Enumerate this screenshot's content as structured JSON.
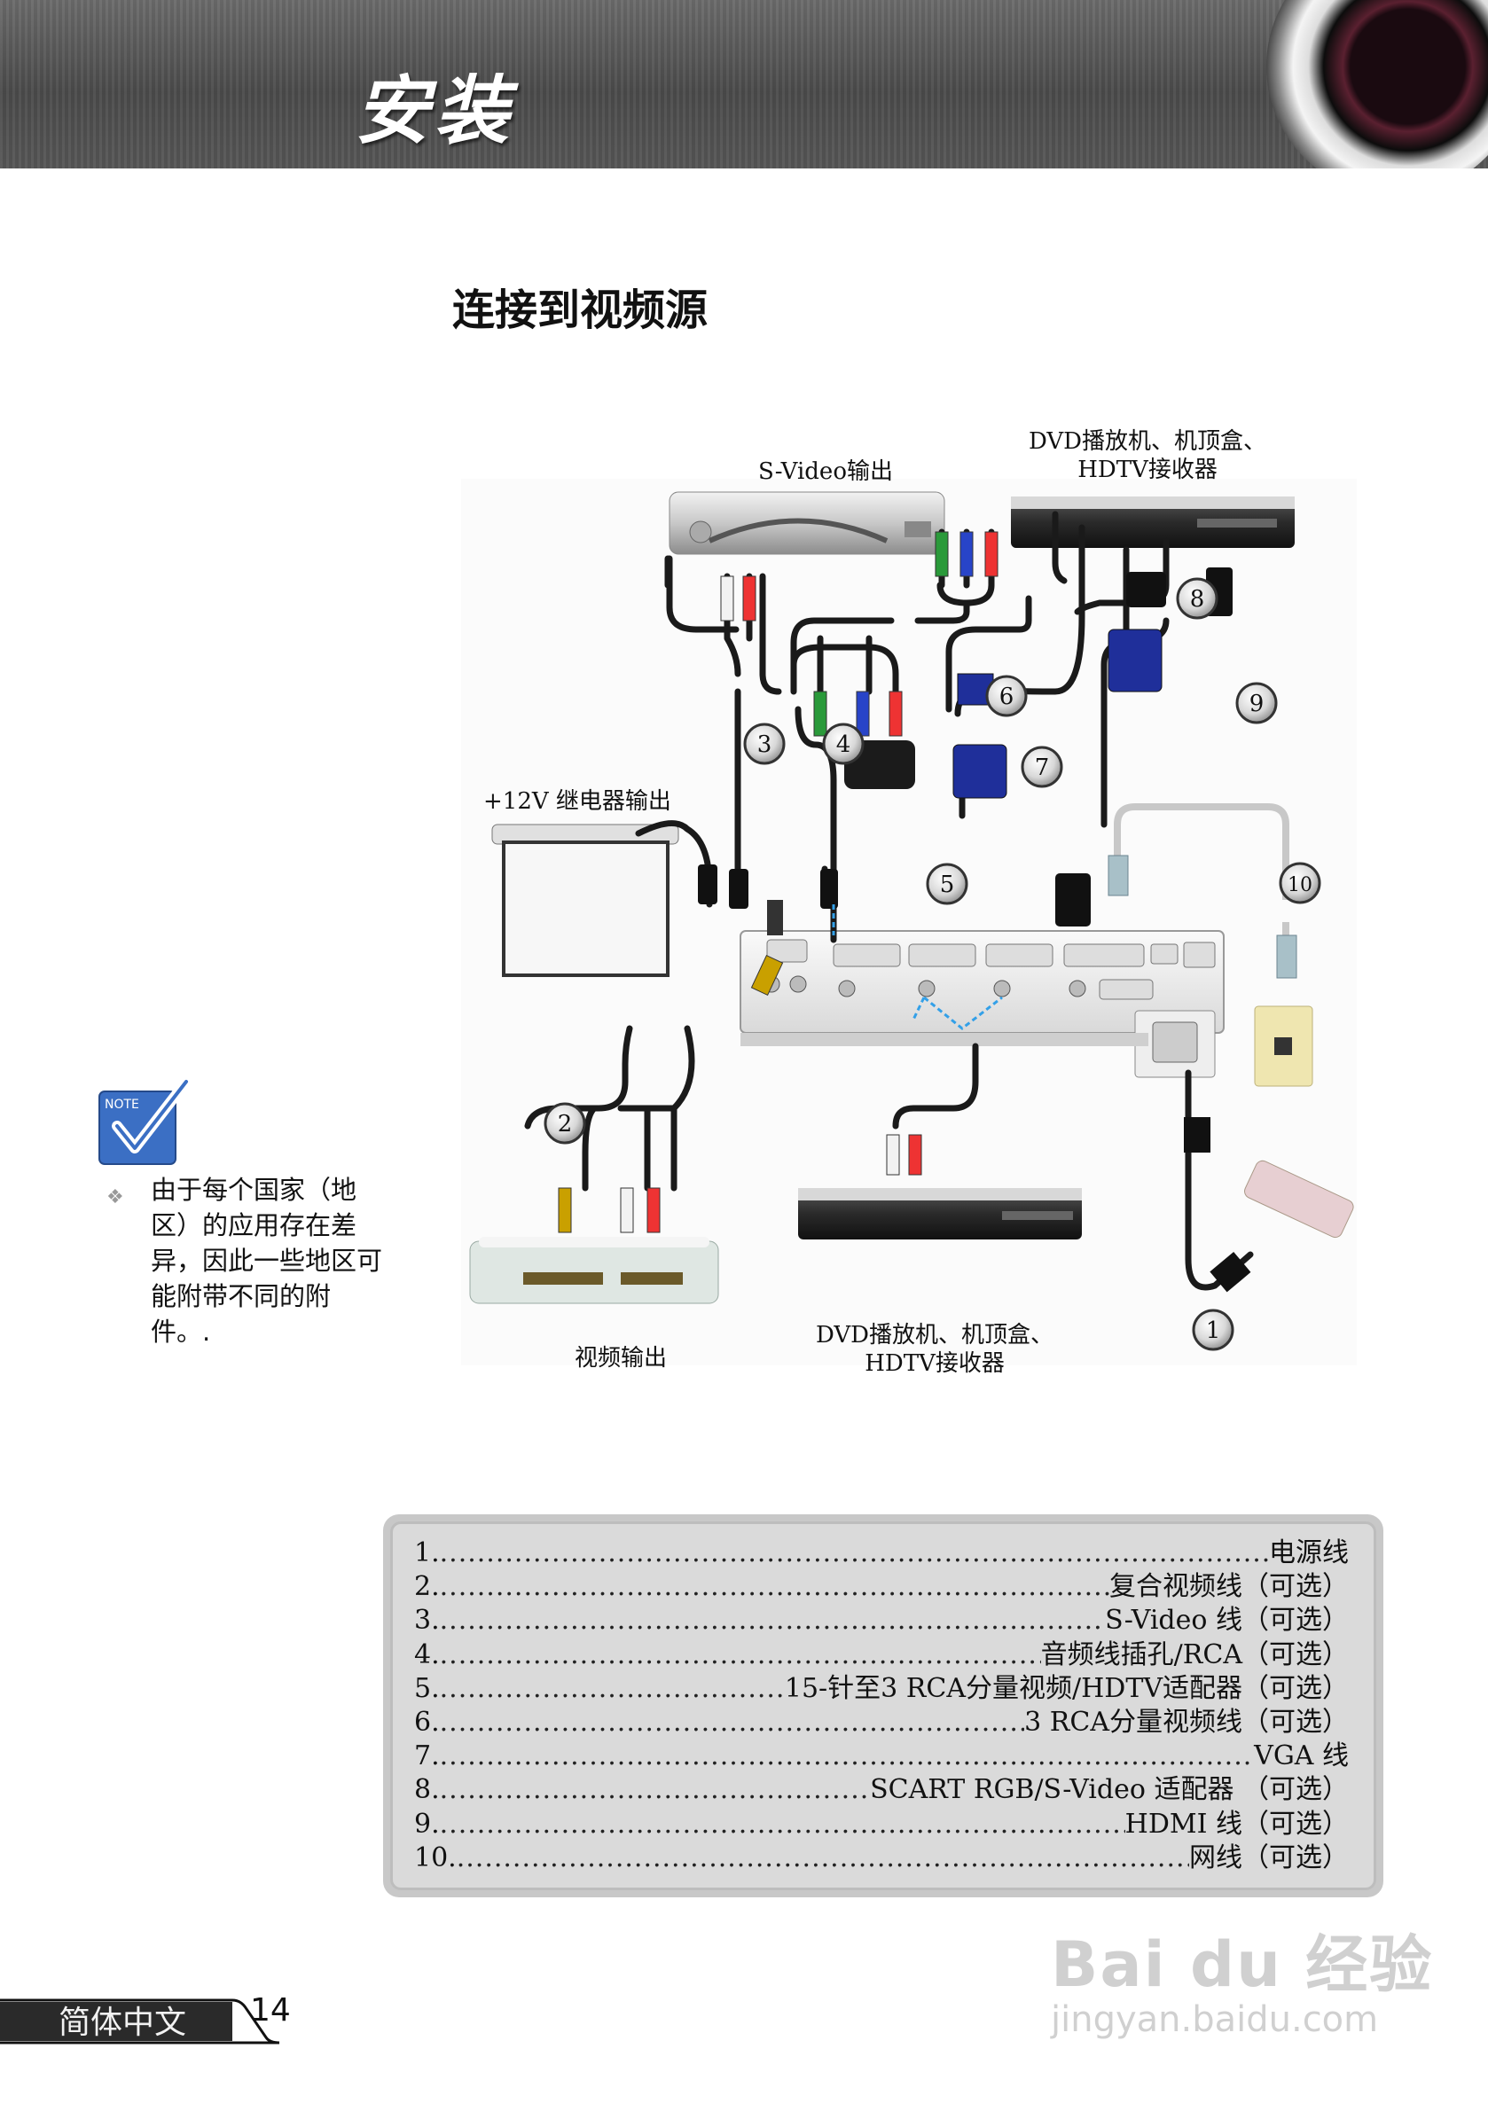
{
  "header": {
    "title": "安装"
  },
  "section_title": "连接到视频源",
  "diagram": {
    "labels": {
      "svideo_out": "S-Video输出",
      "dvd_top": "DVD播放机、机顶盒、\nHDTV接收器",
      "relay_out": "+12V 继电器输出",
      "video_out": "视频输出",
      "dvd_bottom": "DVD播放机、机顶盒、\nHDTV接收器"
    },
    "callouts": [
      "1",
      "2",
      "3",
      "4",
      "5",
      "6",
      "7",
      "8",
      "9",
      "10"
    ]
  },
  "note": {
    "icon_label": "NOTE",
    "text": "由于每个国家（地区）的应用存在差异，因此一些地区可能附带不同的附件。."
  },
  "legend": [
    {
      "num": "1.",
      "text": "电源线"
    },
    {
      "num": "2.",
      "text": "复合视频线（可选）"
    },
    {
      "num": "3.",
      "text": "S-Video 线（可选）"
    },
    {
      "num": "4.",
      "text": "音频线插孔/RCA（可选）"
    },
    {
      "num": "5.",
      "text": "15-针至3 RCA分量视频/HDTV适配器（可选）"
    },
    {
      "num": "6.",
      "text": "3 RCA分量视频线（可选）"
    },
    {
      "num": "7.",
      "text": "VGA 线"
    },
    {
      "num": "8.",
      "text": "SCART RGB/S-Video 适配器 （可选）"
    },
    {
      "num": "9.",
      "text": "HDMI 线（可选）"
    },
    {
      "num": "10.",
      "text": "网线（可选）"
    }
  ],
  "footer": {
    "language": "简体中文",
    "page": "14"
  },
  "watermark": {
    "brand": "Bai du 经验",
    "url": "jingyan.baidu.com"
  }
}
